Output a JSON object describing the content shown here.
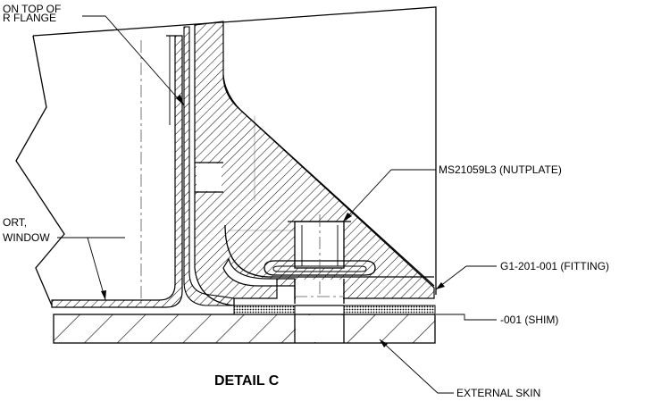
{
  "title": "DETAIL C",
  "callouts": {
    "flange_line1": "ON TOP OF",
    "flange_line2": "R FLANGE",
    "support_line1": "ORT,",
    "support_line2": "WINDOW",
    "nutplate": "MS21059L3 (NUTPLATE)",
    "fitting": "G1-201-001 (FITTING)",
    "shim": "-001 (SHIM)",
    "skin": "EXTERNAL SKIN"
  }
}
